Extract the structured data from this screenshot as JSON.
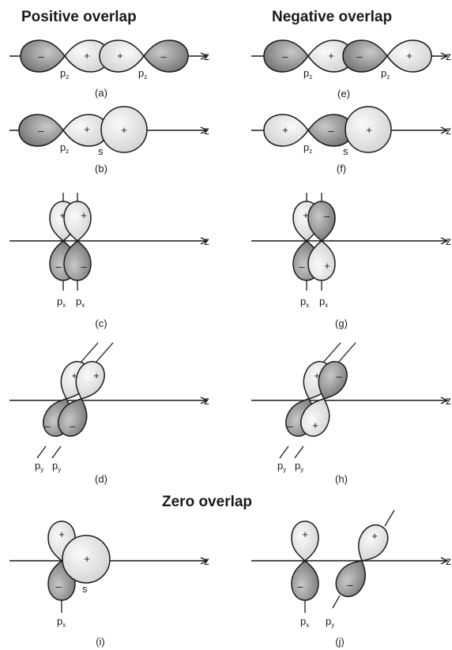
{
  "headings": {
    "positive": "Positive overlap",
    "negative": "Negative overlap",
    "zero": "Zero overlap"
  },
  "axis_label": "z",
  "plus": "+",
  "minus": "–",
  "orbitals": {
    "pz": {
      "main": "p",
      "sub": "z"
    },
    "px": {
      "main": "p",
      "sub": "x"
    },
    "py": {
      "main": "p",
      "sub": "y"
    },
    "s": {
      "main": "s",
      "sub": ""
    }
  },
  "panels": [
    {
      "id": "a",
      "caption": "(a)",
      "overlap": "positive",
      "orbitals": [
        "pz",
        "pz"
      ],
      "signs": [
        "–",
        "+",
        "+",
        "–"
      ]
    },
    {
      "id": "b",
      "caption": "(b)",
      "overlap": "positive",
      "orbitals": [
        "pz",
        "s"
      ],
      "signs": [
        "–",
        "+",
        "+"
      ]
    },
    {
      "id": "c",
      "caption": "(c)",
      "overlap": "positive",
      "orbitals": [
        "px",
        "px"
      ],
      "signs": [
        "+",
        "+",
        "–",
        "–"
      ]
    },
    {
      "id": "d",
      "caption": "(d)",
      "overlap": "positive",
      "orbitals": [
        "py",
        "py"
      ],
      "signs": [
        "+",
        "+",
        "–",
        "–"
      ]
    },
    {
      "id": "e",
      "caption": "(e)",
      "overlap": "negative",
      "orbitals": [
        "pz",
        "pz"
      ],
      "signs": [
        "–",
        "+",
        "–",
        "+"
      ]
    },
    {
      "id": "f",
      "caption": "(f)",
      "overlap": "negative",
      "orbitals": [
        "pz",
        "s"
      ],
      "signs": [
        "+",
        "–",
        "+"
      ]
    },
    {
      "id": "g",
      "caption": "(g)",
      "overlap": "negative",
      "orbitals": [
        "px",
        "px"
      ],
      "signs": [
        "+",
        "–",
        "–",
        "+"
      ]
    },
    {
      "id": "h",
      "caption": "(h)",
      "overlap": "negative",
      "orbitals": [
        "py",
        "py"
      ],
      "signs": [
        "+",
        "–",
        "–",
        "+"
      ]
    },
    {
      "id": "i",
      "caption": "(i)",
      "overlap": "zero",
      "orbitals": [
        "px",
        "s"
      ],
      "signs": [
        "+",
        "–",
        "+"
      ]
    },
    {
      "id": "j",
      "caption": "(j)",
      "overlap": "zero",
      "orbitals": [
        "px",
        "py"
      ],
      "signs": [
        "+",
        "–",
        "+",
        "–"
      ]
    }
  ],
  "colors": {
    "line": "#1a1a1a",
    "lobe_light": "#e4e4e4",
    "lobe_dark": "#8c8c8c",
    "background": "#ffffff"
  }
}
